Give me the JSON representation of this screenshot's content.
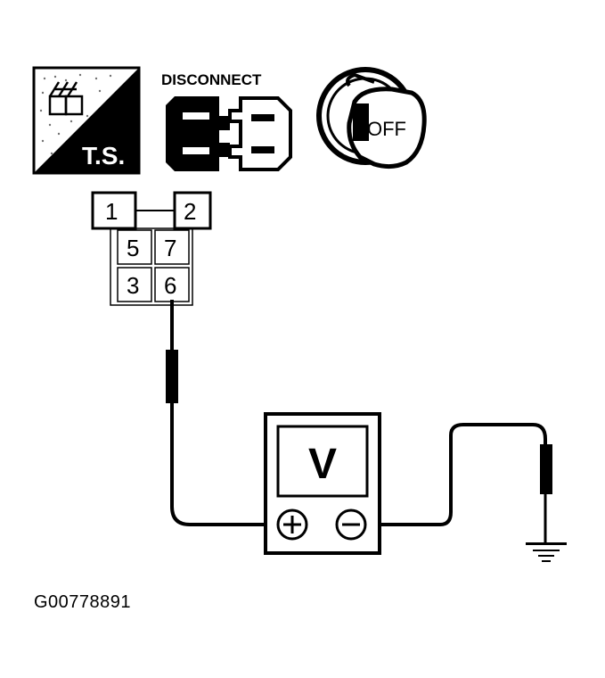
{
  "icons": {
    "ts": {
      "label": "T.S."
    },
    "disconnect": {
      "label": "DISCONNECT"
    },
    "ignition": {
      "label": "OFF"
    }
  },
  "connector": {
    "pins": [
      "1",
      "2",
      "5",
      "7",
      "3",
      "6"
    ]
  },
  "meter": {
    "display": "V",
    "plus_symbol": "+",
    "minus_symbol": "−"
  },
  "figure_id": "G00778891"
}
